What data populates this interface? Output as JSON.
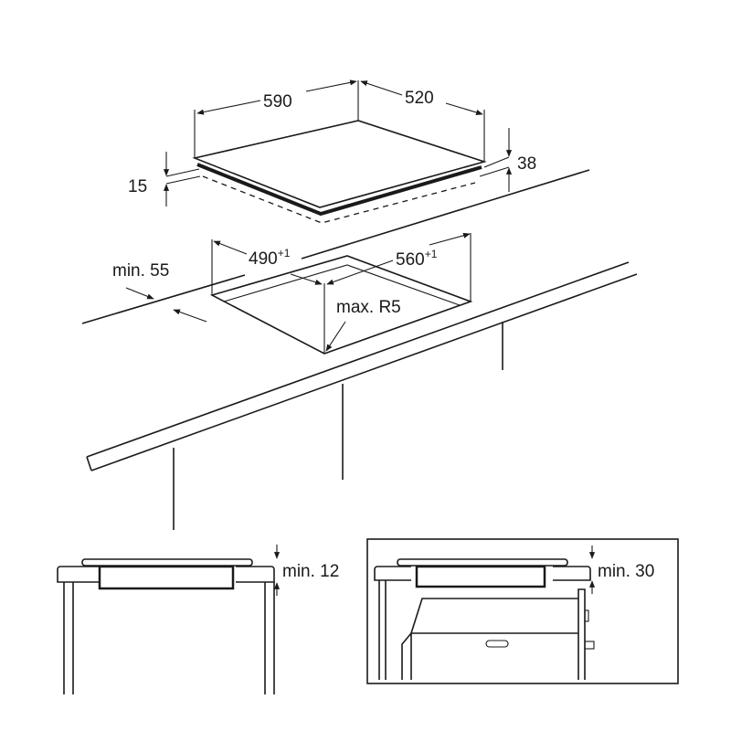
{
  "hob": {
    "width": "590",
    "depth": "520",
    "height_total": "38",
    "height_above": "15"
  },
  "cutout": {
    "depth": "490",
    "depth_tolerance": "+1",
    "width": "560",
    "width_tolerance": "+1",
    "front_distance": "min. 55",
    "corner_radius": "max. R5"
  },
  "side_view_left": {
    "clearance": "min. 12"
  },
  "side_view_right": {
    "clearance": "min. 30"
  }
}
